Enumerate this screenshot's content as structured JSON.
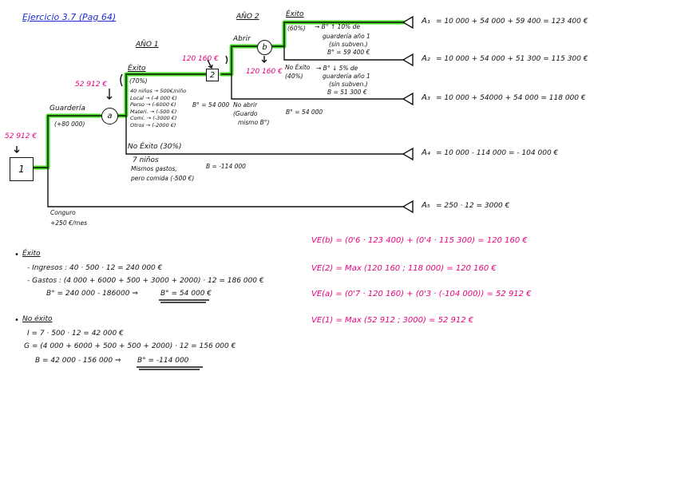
{
  "title": "Ejercicio 3.7 (Pag 64)",
  "colors": {
    "ink": "#111111",
    "highlight": "#44dd22",
    "pink": "#e6007e",
    "blue": "#1e2bd6"
  },
  "years": {
    "y1": "AÑO 1",
    "y2": "AÑO 2"
  },
  "nodes": {
    "n1": "1",
    "na": "a",
    "n2": "2",
    "nb": "b"
  },
  "tree": {
    "root_value": "52 912 €",
    "guarderia_label": "Guardería",
    "guarderia_cost": "(+80 000)",
    "node_a_value": "52 912 €",
    "exito_label": "Éxito",
    "exito_prob": "(70%)",
    "exito_details": [
      "40 niños → 500€/niño",
      "Local → (-4 000 €)",
      "Perso → (-6000 €)",
      "Materi. → (-500 €)",
      "Comi. → (-3000 €)",
      "Otros → (-2000 €)"
    ],
    "exito_b": "B° = 54 000",
    "node_2_value": "120 160 €",
    "abrir_label": "Abrir",
    "node_b_value": "120 160 €",
    "exito2_label": "Éxito",
    "exito2_prob": "(60%)",
    "exito2_note": [
      "→ B° ↑ 10% de",
      "guardería año 1",
      "(sin subven.)",
      "B° = 59 400 €"
    ],
    "noexito2_label": "No Éxito",
    "noexito2_prob": "(40%)",
    "noexito2_note": [
      "→ B° ↓ 5% de",
      "guardería año 1",
      "(sin subven.)",
      "B = 51 300 €"
    ],
    "noabrir_label": [
      "No abrir",
      "(Guardo",
      "mismo B°)"
    ],
    "noabrir_b": "B° = 54 000",
    "noexito_label": "No Éxito (30%)",
    "noexito_details": [
      "7 niños",
      "Mismos gastos,",
      "pero comida (-500 €)"
    ],
    "noexito_b": "B = -114 000",
    "conguro_label": "Conguro",
    "conguro_detail": "+250 €/mes"
  },
  "outcomes": [
    {
      "label": "A₁",
      "expr": "= 10 000 + 54 000 + 59 400 = 123 400 €"
    },
    {
      "label": "A₂",
      "expr": "= 10 000 + 54 000 + 51 300 = 115 300 €"
    },
    {
      "label": "A₃",
      "expr": "= 10 000 + 54000 + 54 000 = 118 000 €"
    },
    {
      "label": "A₄",
      "expr": "= 10 000 - 114 000 = - 104 000 €"
    },
    {
      "label": "A₅",
      "expr": "= 250 · 12 = 3000 €"
    }
  ],
  "notes": {
    "exito_title": "Éxito",
    "ingresos": "- Ingresos : 40 · 500 · 12 = 240 000 €",
    "gastos": "- Gastos : (4 000 + 6000 + 500 + 3000 + 2000) · 12 = 186 000 €",
    "b_exito_pre": "B° = 240 000 - 186000 ⇒",
    "b_exito_result": "B° = 54 000 €",
    "noexito_title": "No éxito",
    "i_line": "I = 7 · 500 · 12 = 42 000 €",
    "g_line": "G = (4 000 + 6000 + 500 + 500 + 2000) · 12 = 156 000 €",
    "b_noexito_pre": "B = 42 000 - 156 000 ⇒",
    "b_noexito_result": "B° = -114 000"
  },
  "ve": [
    "VE(b) = (0'6 · 123 400) + (0'4 · 115 300) = 120 160 €",
    "VE(2) = Max (120 160 ; 118 000) = 120 160 €",
    "VE(a) = (0'7 · 120 160) + (0'3 · (-104 000)) = 52 912 €",
    "VE(1) = Max (52 912 ; 3000) = 52 912 €"
  ]
}
